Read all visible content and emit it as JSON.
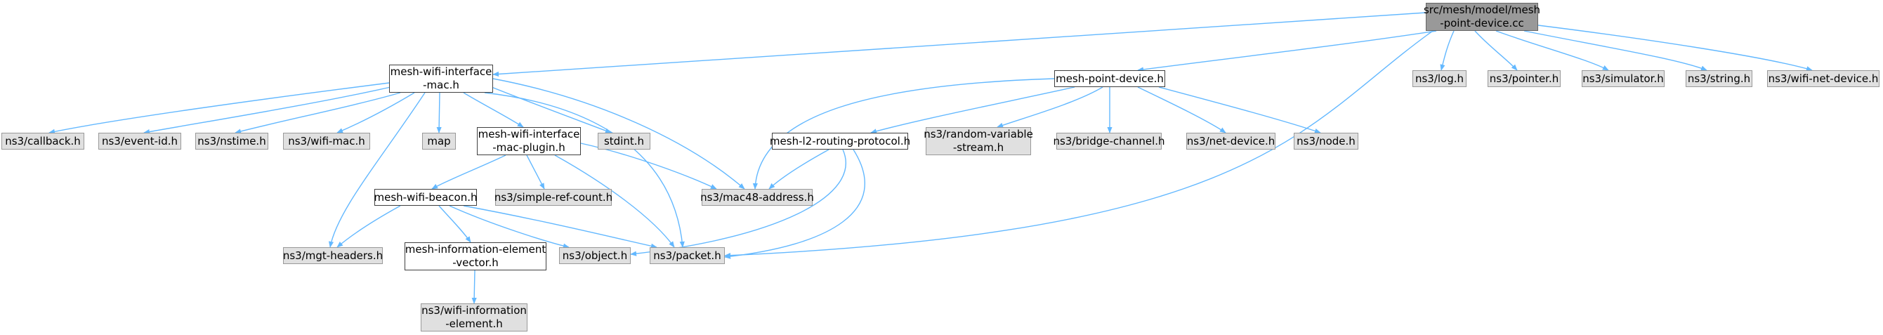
{
  "colors": {
    "edge": "#63b8ff",
    "root_fill": "#999999",
    "header_fill": "#ffffff",
    "external_fill": "#e0e0e0"
  },
  "nodes": {
    "root": "src/mesh/model/mesh\n-point-device.cc",
    "mwim": "mesh-wifi-interface\n-mac.h",
    "mpd": "mesh-point-device.h",
    "log": "ns3/log.h",
    "pointer": "ns3/pointer.h",
    "simulator": "ns3/simulator.h",
    "string": "ns3/string.h",
    "wnd": "ns3/wifi-net-device.h",
    "callback": "ns3/callback.h",
    "eventid": "ns3/event-id.h",
    "nstime": "ns3/nstime.h",
    "wifimac": "ns3/wifi-mac.h",
    "map": "map",
    "plugin": "mesh-wifi-interface\n-mac-plugin.h",
    "stdint": "stdint.h",
    "mlrp": "mesh-l2-routing-protocol.h",
    "rvs": "ns3/random-variable\n-stream.h",
    "bridge": "ns3/bridge-channel.h",
    "netdev": "ns3/net-device.h",
    "node": "ns3/node.h",
    "beacon": "mesh-wifi-beacon.h",
    "simpleref": "ns3/simple-ref-count.h",
    "mac48": "ns3/mac48-address.h",
    "mgt": "ns3/mgt-headers.h",
    "miev": "mesh-information-element\n-vector.h",
    "object": "ns3/object.h",
    "packet": "ns3/packet.h",
    "wie": "ns3/wifi-information\n-element.h"
  }
}
